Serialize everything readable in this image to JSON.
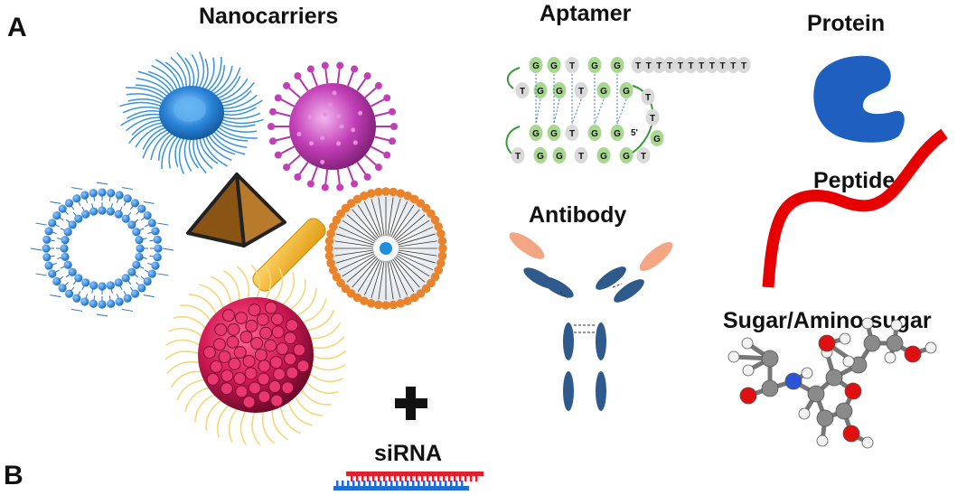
{
  "panels": {
    "a": "A",
    "b": "B"
  },
  "labels": {
    "nanocarriers": "Nanocarriers",
    "aptamer": "Aptamer",
    "protein": "Protein",
    "peptide": "Peptide",
    "antibody": "Antibody",
    "sugar": "Sugar/Amino sugar",
    "sirna": "siRNA"
  },
  "aptamer_strand": {
    "row1": [
      "G",
      "G",
      "T",
      "G",
      "G"
    ],
    "tail": "TTTTTTTTTTT",
    "row2": [
      "T",
      "G",
      "G",
      "T",
      "G",
      "G"
    ],
    "row3": [
      "G",
      "G",
      "T",
      "G",
      "G"
    ],
    "row4": [
      "T",
      "G",
      "G",
      "T",
      "G",
      "G",
      "T"
    ],
    "side": [
      "T",
      "T",
      "G"
    ],
    "end_label": "5'"
  },
  "colors": {
    "blue_carrier": "#2a84d8",
    "magenta_virus": "#c23fb7",
    "pyramid": "#a86a1f",
    "rod": "#f0b21c",
    "dendrimer_shell": "#e9842c",
    "crimson_particle": "#d61a57",
    "aptamer_green": "#a8d88f",
    "antibody_heavy": "#2f5b8c",
    "antibody_light": "#f3a683",
    "protein": "#1f5fbf",
    "peptide": "#e60000",
    "sirna_top": "#e01e2e",
    "sirna_bottom": "#1e6fd0"
  }
}
